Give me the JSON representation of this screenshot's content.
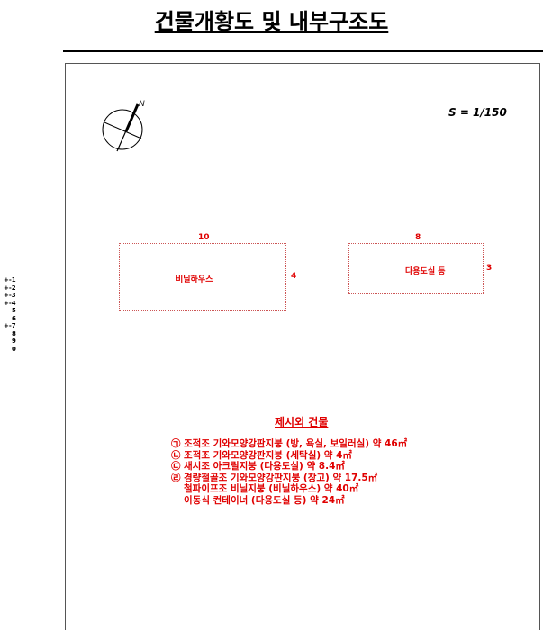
{
  "title": "건물개황도 및 내부구조도",
  "scale": "S = 1/150",
  "compass": {
    "north_label": "N"
  },
  "buildings": [
    {
      "name": "비닐하우스",
      "width_label": "10",
      "height_label": "4"
    },
    {
      "name": "다용도실 등",
      "width_label": "8",
      "height_label": "3"
    }
  ],
  "side_legend": [
    "+-1",
    "+-2",
    "+-3",
    "+-4",
    "5",
    "6",
    "+-7",
    "8",
    "9",
    "0"
  ],
  "notes": {
    "title": "제시외 건물",
    "items": [
      {
        "mark": "㉠",
        "text": "조적조 기와모양강판지붕 (방, 욕실, 보일러실) 약 46㎡"
      },
      {
        "mark": "㉡",
        "text": "조적조 기와모양강판지붕 (세탁실) 약 4㎡"
      },
      {
        "mark": "㉢",
        "text": "새시조 아크릴지붕 (다용도실) 약 8.4㎡"
      },
      {
        "mark": "㉣",
        "text": "경량철골조 기와모양강판지붕 (창고) 약 17.5㎡"
      },
      {
        "mark": "",
        "text": "철파이프조 비닐지붕 (비닐하우스) 약 40㎡"
      },
      {
        "mark": "",
        "text": "이동식 컨테이너 (다용도실 등) 약 24㎡"
      }
    ]
  },
  "colors": {
    "annotation": "#e00000"
  }
}
